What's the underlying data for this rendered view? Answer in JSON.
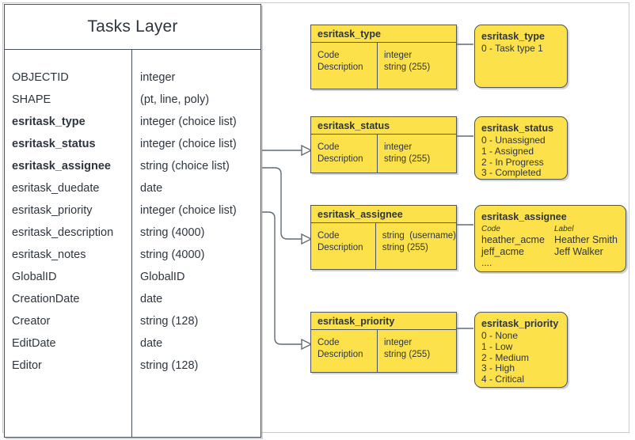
{
  "entity": {
    "title": "Tasks Layer",
    "fields": [
      {
        "name": "OBJECTID",
        "type": "integer",
        "bold": false
      },
      {
        "name": "SHAPE",
        "type": "(pt, line, poly)",
        "bold": false
      },
      {
        "name": "esritask_type",
        "type": "integer (choice list)",
        "bold": true
      },
      {
        "name": "esritask_status",
        "type": "integer (choice list)",
        "bold": true
      },
      {
        "name": "esritask_assignee",
        "type": "string (choice list)",
        "bold": true
      },
      {
        "name": "esritask_duedate",
        "type": "date",
        "bold": false
      },
      {
        "name": "esritask_priority",
        "type": "integer (choice list)",
        "bold": false
      },
      {
        "name": "esritask_description",
        "type": "string (4000)",
        "bold": false
      },
      {
        "name": "esritask_notes",
        "type": "string (4000)",
        "bold": false
      },
      {
        "name": "GlobalID",
        "type": "GlobalID",
        "bold": false
      },
      {
        "name": "CreationDate",
        "type": "date",
        "bold": false
      },
      {
        "name": "Creator",
        "type": "string (128)",
        "bold": false
      },
      {
        "name": "EditDate",
        "type": "date",
        "bold": false
      },
      {
        "name": "Editor",
        "type": "string (128)",
        "bold": false
      }
    ]
  },
  "tables": {
    "type": {
      "title": "esritask_type",
      "col_a": [
        "Code",
        "Description"
      ],
      "col_b": [
        "integer",
        "string (255)"
      ]
    },
    "status": {
      "title": "esritask_status",
      "col_a": [
        "Code",
        "Description"
      ],
      "col_b": [
        "integer",
        "string (255)"
      ]
    },
    "assignee": {
      "title": "esritask_assignee",
      "col_a": [
        "Code",
        "Description"
      ],
      "col_b": [
        "string  (username)",
        "string (255)"
      ]
    },
    "priority": {
      "title": "esritask_priority",
      "col_a": [
        "Code",
        "Description"
      ],
      "col_b": [
        "integer",
        "string (255)"
      ]
    }
  },
  "values": {
    "type": {
      "title": "esritask_type",
      "lines": [
        "0 - Task type 1"
      ]
    },
    "status": {
      "title": "esritask_status",
      "lines": [
        "0 - Unassigned",
        "1 - Assigned",
        "2 - In Progress",
        "3 - Completed"
      ]
    },
    "assignee": {
      "title": "esritask_assignee",
      "header": {
        "code": "Code",
        "label": "Label"
      },
      "rows": [
        {
          "code": "heather_acme",
          "label": "Heather Smith"
        },
        {
          "code": "jeff_acme",
          "label": "Jeff Walker"
        }
      ],
      "ellipsis": "...."
    },
    "priority": {
      "title": "esritask_priority",
      "lines": [
        "0 - None",
        "1 - Low",
        "2 - Medium",
        "3 - High",
        "4 - Critical"
      ]
    }
  },
  "colors": {
    "yellow": "#FCE14A",
    "stroke": "#4c5560",
    "link": "#5e6b77",
    "text": "#2d3640"
  }
}
